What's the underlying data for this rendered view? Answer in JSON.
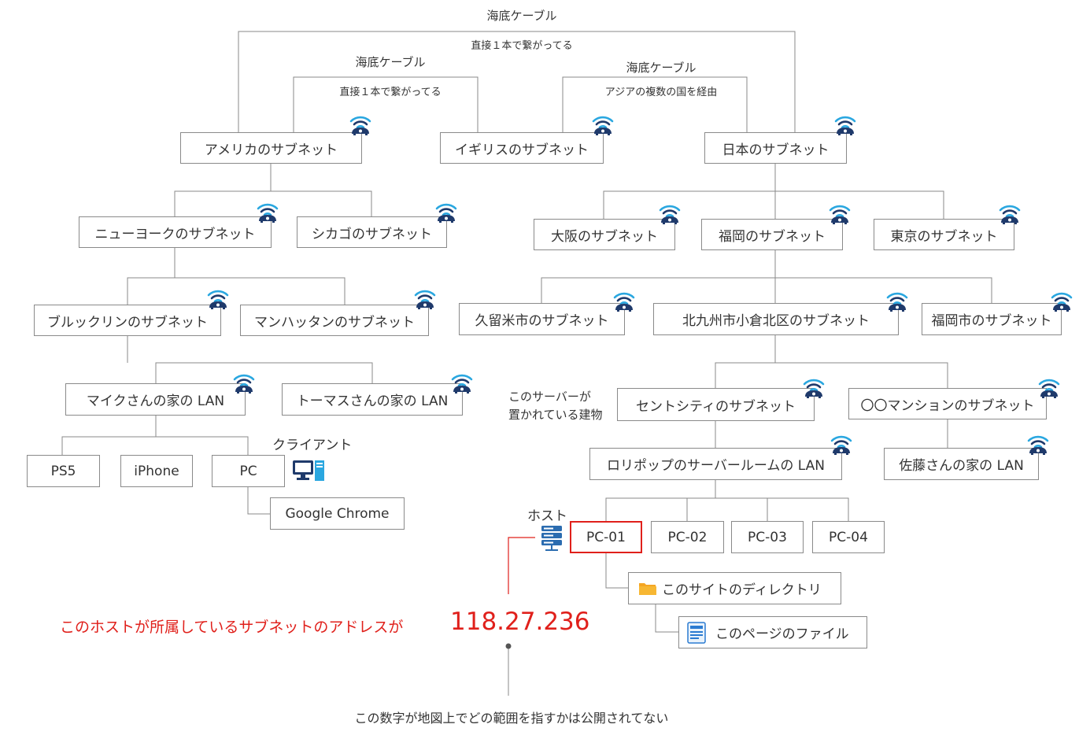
{
  "colors": {
    "line": "#8a8a8a",
    "red": "#e0201b",
    "router": "#1f3a6b",
    "wifi": "#2aa7e0",
    "folder": "#f5a623"
  },
  "cables": {
    "top_label": "海底ケーブル",
    "top_sub": "直接１本で繋がってる",
    "left_label": "海底ケーブル",
    "left_sub": "直接１本で繋がってる",
    "right_label": "海底ケーブル",
    "right_sub": "アジアの複数の国を経由"
  },
  "nodes": {
    "america": "アメリカのサブネット",
    "uk": "イギリスのサブネット",
    "japan": "日本のサブネット",
    "newyork": "ニューヨークのサブネット",
    "chicago": "シカゴのサブネット",
    "brooklyn": "ブルックリンのサブネット",
    "manhattan": "マンハッタンのサブネット",
    "mike_lan": "マイクさんの家の LAN",
    "thomas_lan": "トーマスさんの家の LAN",
    "ps5": "PS5",
    "iphone": "iPhone",
    "pc": "PC",
    "chrome": "Google Chrome",
    "osaka": "大阪のサブネット",
    "fukuoka": "福岡のサブネット",
    "tokyo": "東京のサブネット",
    "kurume": "久留米市のサブネット",
    "kitakyushu": "北九州市小倉北区のサブネット",
    "fukuoka_city": "福岡市のサブネット",
    "centcity": "セントシティのサブネット",
    "mansion": "〇〇マンションのサブネット",
    "lolipop_lan": "ロリポップのサーバールームの LAN",
    "sato_lan": "佐藤さんの家の LAN",
    "pc01": "PC-01",
    "pc02": "PC-02",
    "pc03": "PC-03",
    "pc04": "PC-04",
    "site_dir": "このサイトのディレクトリ",
    "page_file": "このページのファイル"
  },
  "labels": {
    "client": "クライアント",
    "host": "ホスト",
    "building_1": "このサーバーが",
    "building_2": "置かれている建物",
    "red_text": "このホストが所属しているサブネットのアドレスが",
    "ip": "118.27.236",
    "footnote": "この数字が地図上でどの範囲を指すかは公開されてない"
  },
  "icons": {
    "router": "wifi-router-icon",
    "client": "desktop-pc-icon",
    "host": "server-icon",
    "folder": "folder-icon",
    "file": "document-icon"
  }
}
